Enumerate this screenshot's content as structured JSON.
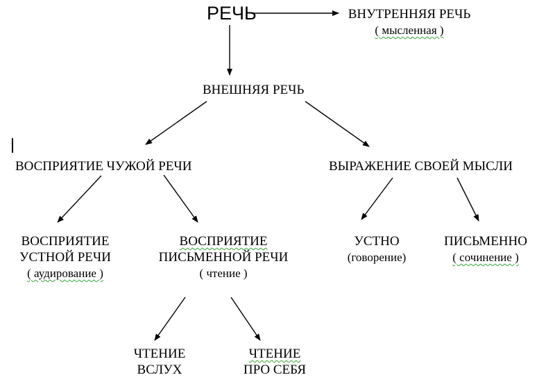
{
  "nodes": {
    "speech": "РЕЧЬ",
    "inner_speech": "ВНУТРЕННЯЯ  РЕЧЬ",
    "inner_speech_note": "( мысленная )",
    "outer_speech": "ВНЕШНЯЯ  РЕЧЬ",
    "perception_of_others": "ВОСПРИЯТИЕ  ЧУЖОЙ  РЕЧИ",
    "expression_of_thought": "ВЫРАЖЕНИЕ   СВОЕЙ МЫСЛИ",
    "oral_perception_line1": "ВОСПРИЯТИЕ",
    "oral_perception_line2": "УСТНОЙ РЕЧИ",
    "oral_perception_note": "( аудирование )",
    "written_perception_line1": "ВОСПРИЯТИЕ",
    "written_perception_line2": "ПИСЬМЕННОЙ  РЕЧИ",
    "written_perception_note": "( чтение )",
    "oral": "УСТНО",
    "oral_note": "(говорение)",
    "written": "ПИСЬМЕННО",
    "written_note": "( сочинение )",
    "reading_aloud_line1": "ЧТЕНИЕ",
    "reading_aloud_line2": "ВСЛУХ",
    "reading_silent_line1": "ЧТЕНИЕ",
    "reading_silent_line2": "ПРО  СЕБЯ"
  },
  "colors": {
    "text": "#000000",
    "spellcheck_underline": "#3aa63a",
    "background": "#ffffff"
  }
}
